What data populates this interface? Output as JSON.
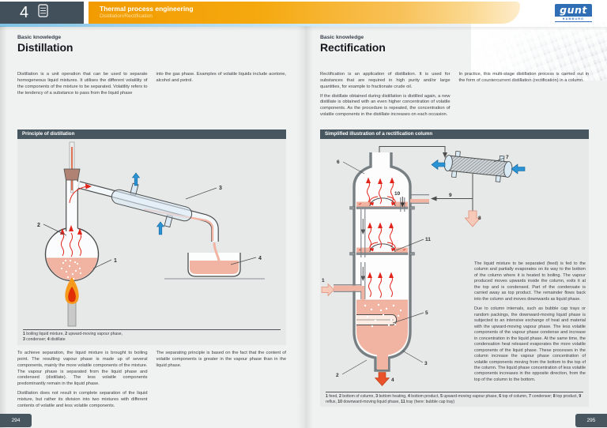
{
  "header": {
    "chapter_number": "4",
    "chapter_title": "Thermal process engineering",
    "chapter_subtitle": "Distillation/Rectification",
    "logo_text": "gunt",
    "logo_subtext": "HAMBURG"
  },
  "left_page": {
    "page_number": "294",
    "kicker": "Basic knowledge",
    "title": "Distillation",
    "intro_col1": "Distillation is a unit operation that can be used to separate homogeneous liquid mixtures. It utilises the different volatility of the components of the mixture to be separated. Volatility refers to the tendency of a substance to pass from the liquid phase",
    "intro_col2": "into the gas phase. Examples of volatile liquids include acetone, alcohol and petrol.",
    "figure": {
      "header": "Principle of distillation",
      "labels": [
        "1",
        "2",
        "3",
        "4"
      ],
      "caption_line1": [
        {
          "b": true,
          "t": "1"
        },
        {
          "t": " boiling liquid mixture, "
        },
        {
          "b": true,
          "t": "2"
        },
        {
          "t": " upward-moving vapour phase,"
        }
      ],
      "caption_line2": [
        {
          "b": true,
          "t": "3"
        },
        {
          "t": " condenser; "
        },
        {
          "b": true,
          "t": "4"
        },
        {
          "t": " distillate"
        }
      ]
    },
    "body_col1_p1": "To achieve separation, the liquid mixture is brought to boiling point. The resulting vapour phase is made up of several components, mainly the more volatile components of the mixture. The vapour phase is separated from the liquid phase and condensed (distillate). The less volatile components predominantly remain in the liquid phase.",
    "body_col1_p2": "Distillation does not result in complete separation of the liquid mixture, but rather its division into two mixtures with different contents of volatile and less volatile components.",
    "body_col2_p1": "The separating principle is based on the fact that the content of volatile components is greater in the vapour phase than in the liquid phase."
  },
  "right_page": {
    "page_number": "295",
    "kicker": "Basic knowledge",
    "title": "Rectification",
    "intro_col1_p1": "Rectification is an application of distillation. It is used for substances that are required in high purity and/or large quantities, for example to fractionate crude oil.",
    "intro_col1_p2": "If the distillate obtained during distillation is distilled again, a new distillate is obtained with an even higher concentration of volatile components. As the procedure is repeated, the concentration of volatile components in the distillate increases on each occasion.",
    "intro_col2_p1": "In practice, this multi-stage distillation process is carried out in the form of countercurrent distillation (rectification) in a column.",
    "figure": {
      "header": "Simplified illustration of a rectification column",
      "labels": [
        "1",
        "2",
        "3",
        "4",
        "5",
        "6",
        "7",
        "8",
        "9",
        "10",
        "11"
      ],
      "body_p1": "The liquid mixture to be separated (feed) is fed to the column and partially evaporates on its way to the bottom of the column where it is heated to boiling. The vapour produced moves upwards inside the column, exits it at the top and is condensed. Part of the condensate is carried away as top product. The remainder flows back into the column and moves downwards as liquid phase.",
      "body_p2": "Due to column internals, such as bubble cap trays or random packings, the downward-moving liquid phase is subjected to an intensive exchange of heat and material with the upward-moving vapour phase. The less volatile components of the vapour phase condense and increase in concentration in the liquid phase. At the same time, the condensation heat released evaporates the more volatile components of the liquid phase. These processes in the column increase the vapour phase concentration of volatile components moving from the bottom to the top of the column. The liquid phase concentration of less volatile components increases in the opposite direction, from the top of the column to the bottom.",
      "caption": [
        {
          "b": true,
          "t": "1"
        },
        {
          "t": " feed, "
        },
        {
          "b": true,
          "t": "2"
        },
        {
          "t": " bottom of column, "
        },
        {
          "b": true,
          "t": "3"
        },
        {
          "t": " bottom heating, "
        },
        {
          "b": true,
          "t": "4"
        },
        {
          "t": " bottom product, "
        },
        {
          "b": true,
          "t": "5"
        },
        {
          "t": " upward-moving vapour phase, "
        },
        {
          "b": true,
          "t": "6"
        },
        {
          "t": " top of column, "
        },
        {
          "b": true,
          "t": "7"
        },
        {
          "t": " condenser; "
        },
        {
          "b": true,
          "t": "8"
        },
        {
          "t": " top product, "
        },
        {
          "b": true,
          "t": "9"
        },
        {
          "t": " reflux, "
        },
        {
          "b": true,
          "t": "10"
        },
        {
          "t": " downward-moving liquid phase, "
        },
        {
          "b": true,
          "t": "11"
        },
        {
          "t": " tray (here: bubble cap tray)"
        }
      ]
    }
  },
  "colors": {
    "accent_orange": "#f5a300",
    "slate": "#47565f",
    "logo_blue": "#2f6db5",
    "arrow_red": "#e2251a",
    "arrow_blue": "#2a93d5",
    "liquid_pink": "#f2b4a2"
  }
}
